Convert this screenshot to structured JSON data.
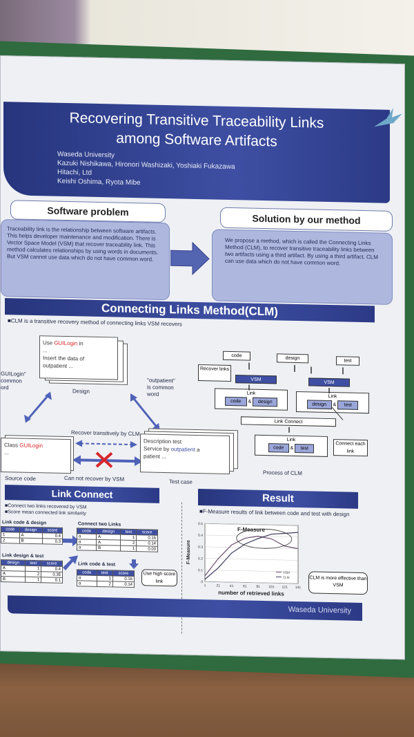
{
  "poster": {
    "title_line1": "Recovering Transitive Traceability Links",
    "title_line2": "among Software Artifacts",
    "affil1": "Waseda University",
    "authors1": "Kazuki Nishikawa, Hironori Washizaki, Yoshiaki Fukazawa",
    "affil2": "Hitachi, Ltd",
    "authors2": "Keishi Oshima, Ryota Mibe",
    "problem_title": "Software problem",
    "problem_text": "Traceability link is the relationship between software artifacts. This helps developer maintenance and modification. There is Vector Space Model (VSM) that recover traceability link. This method calculates relationships by using words in documents. But VSM cannot use data which do not have common word.",
    "solution_title": "Solution by our method",
    "solution_text": "We propose a method, which is called the Connecting Links Method (CLM), to recover transitive traceability links between two artifacts using a third artifact. By using a third artifact, CLM can use data which do not have common word.",
    "clm_title": "Connecting Links Method(CLM)",
    "clm_sub": "■CLM is a transitive recovery method of connecting links VSM recovers",
    "design_doc": {
      "l1a": "Use ",
      "l1b": "GUILogin",
      "l1c": " in",
      "l2": "...",
      "l3": "Insert the data of",
      "l4": "outpatient ...",
      "label": "Design"
    },
    "quote_left": {
      "l1": "GUILogin\"",
      "l2": "common",
      "l3": "ord"
    },
    "quote_right": {
      "l1": "\"outpatient\"",
      "l2": "is common",
      "l3": "word"
    },
    "source_doc": {
      "l1a": "Class ",
      "l1b": "GUILogin",
      "l2": "...",
      "label": "Source code"
    },
    "test_doc": {
      "l1": "Description test",
      "l2a": "Service by ",
      "l2b": "outpatient",
      "l2c": " a",
      "l3": "patient ...",
      "label": "Test case"
    },
    "recover_trans": "Recover transitively by CLM",
    "cannot_recover": "Can not recover by VSM",
    "process": {
      "code": "code",
      "design": "design",
      "test": "test",
      "recover_links": "Recover links",
      "vsm": "VSM",
      "link": "Link",
      "amp": "&",
      "link_connect": "Link Connect",
      "connect_each": "Connect each link",
      "label": "Process of CLM"
    },
    "linkconnect_title": "Link Connect",
    "lc_b1": "■Connect two links recovered by VSM",
    "lc_b2": "■Score mean connected link similarity",
    "lc_t1_title": "Link code & design",
    "lc_t1": {
      "head": [
        "code",
        "design",
        "score"
      ],
      "rows": [
        [
          "1",
          "A",
          "0.4"
        ],
        [
          "2",
          "B",
          "0.3"
        ]
      ]
    },
    "lc_t2_title": "Link design & test",
    "lc_t2": {
      "head": [
        "design",
        "test",
        "score"
      ],
      "rows": [
        [
          "A",
          "1",
          "0.4"
        ],
        [
          "A",
          "2",
          "0.35"
        ],
        [
          "B",
          "1",
          "0.1"
        ]
      ]
    },
    "lc_t3_title": "Connect two Links",
    "lc_t3": {
      "head": [
        "code",
        "design",
        "test",
        "score"
      ],
      "rows": [
        [
          "α",
          "A",
          "1",
          "0.16"
        ],
        [
          "α",
          "A",
          "2",
          "0.14"
        ],
        [
          "α",
          "B",
          "1",
          "0.03"
        ]
      ]
    },
    "lc_t4_title": "Link code & test",
    "lc_t4": {
      "head": [
        "code",
        "test",
        "score"
      ],
      "rows": [
        [
          "α",
          "1",
          "0.16"
        ],
        [
          "α",
          "2",
          "0.14"
        ]
      ]
    },
    "use_high": "Use high score link",
    "result_title": "Result",
    "result_sub": "■F-Measure results of link between code and test with design",
    "chart_title": "F-Measure",
    "y_axis": "F-Measure",
    "x_axis": "number of retrieved links",
    "legend_vsm": "VSM",
    "legend_clm": "CLM",
    "clm_note": "CLM is more effective than VSM",
    "footer": "Waseda University"
  },
  "chart_data": {
    "type": "line",
    "title": "F-Measure",
    "xlabel": "number of retrieved links",
    "ylabel": "F-Measure",
    "x": [
      1,
      21,
      41,
      61,
      81,
      101,
      121,
      141
    ],
    "xlim": [
      1,
      141
    ],
    "ylim": [
      0,
      0.5
    ],
    "yticks": [
      0,
      0.1,
      0.2,
      0.3,
      0.4,
      0.5
    ],
    "series": [
      {
        "name": "VSM",
        "color": "#6b4e6e",
        "values": [
          0.05,
          0.2,
          0.32,
          0.38,
          0.4,
          0.38,
          0.32,
          0.3
        ]
      },
      {
        "name": "CLM",
        "color": "#3a3a5a",
        "values": [
          0.02,
          0.12,
          0.25,
          0.33,
          0.38,
          0.42,
          0.43,
          0.44
        ]
      }
    ],
    "legend": "bottom-right"
  }
}
